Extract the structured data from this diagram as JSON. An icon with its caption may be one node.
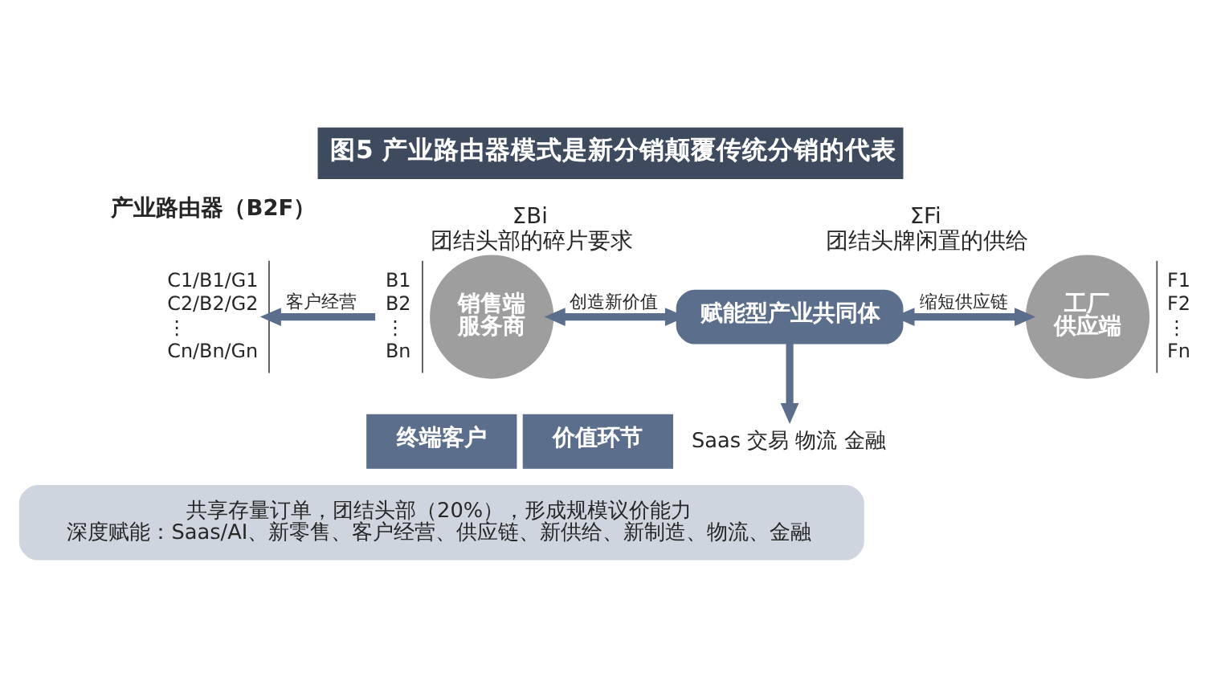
{
  "diagram": {
    "title": "图5 产业路由器模式是新分销颠覆传统分销的代表",
    "nodes": [
      {
        "text": [
          "C1/B1/G1",
          "C2/B2/G2",
          "⋮",
          "Cn/Bn/Gn"
        ]
      },
      {
        "text": [
          "B1",
          "B2",
          "⋮",
          "Bn"
        ]
      },
      {
        "text": [
          "销售端服务商"
        ],
        "beside": [
          "ΣBi",
          "团结头部的碎片要求"
        ]
      },
      {
        "text": [
          "赋能型产业共同体"
        ]
      },
      {
        "text": [
          "工厂供应端"
        ],
        "beside": [
          "ΣFi",
          "团结头牌闲置的供给"
        ]
      },
      {
        "text": [
          "F1",
          "F2",
          "⋮",
          "Fn"
        ]
      },
      {
        "text": [
          "Saas 交易 物流 金融"
        ]
      },
      {
        "text": [
          "终端客户"
        ]
      },
      {
        "text": [
          "价值环节"
        ]
      },
      {
        "text": [
          "共享存量订单，团结头部（20%），形成规模议价能力",
          "深度赋能：Saas/AI、新零售、客户经营、供应链、新供给、新制造、物流、金融"
        ]
      }
    ],
    "edges": [
      {
        "from": 1,
        "to": 0,
        "arrow": "to",
        "label": "客户经营"
      },
      {
        "from": 2,
        "to": 3,
        "arrow": "both",
        "label": "创造新价值"
      },
      {
        "from": 3,
        "to": 4,
        "arrow": "both",
        "label": "缩短供应链"
      },
      {
        "from": 3,
        "to": 6,
        "arrow": "to"
      }
    ],
    "labels": [
      "产业路由器（B2F）"
    ]
  }
}
